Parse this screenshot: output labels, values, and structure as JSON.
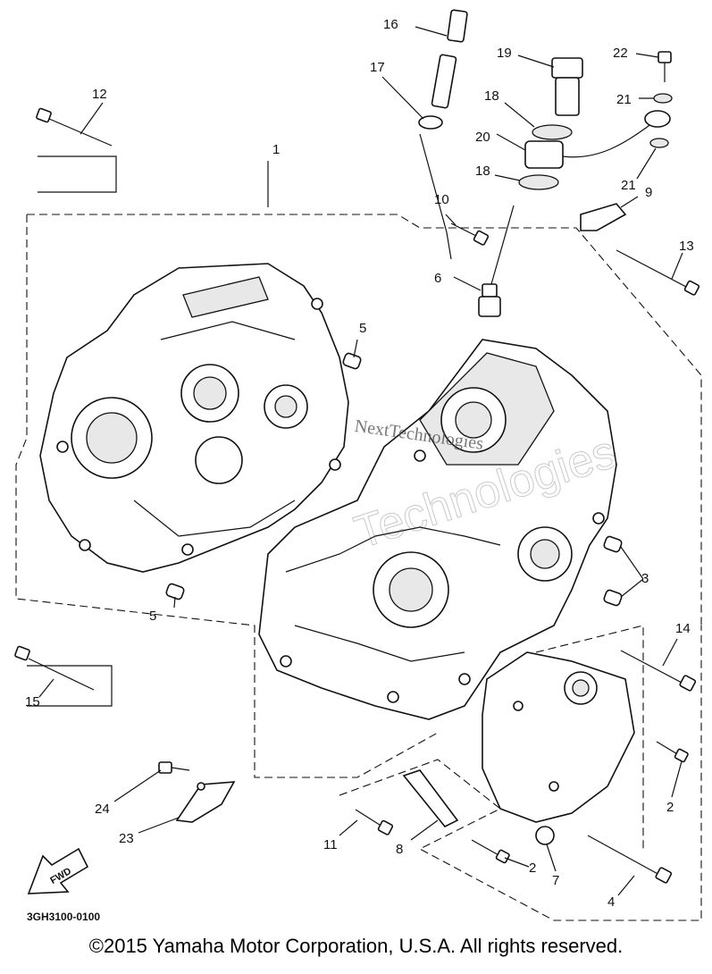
{
  "callouts": [
    {
      "id": "c1",
      "label": "1"
    },
    {
      "id": "c2a",
      "label": "2"
    },
    {
      "id": "c2b",
      "label": "2"
    },
    {
      "id": "c3",
      "label": "3"
    },
    {
      "id": "c4",
      "label": "4"
    },
    {
      "id": "c5a",
      "label": "5"
    },
    {
      "id": "c5b",
      "label": "5"
    },
    {
      "id": "c6",
      "label": "6"
    },
    {
      "id": "c7",
      "label": "7"
    },
    {
      "id": "c8",
      "label": "8"
    },
    {
      "id": "c9",
      "label": "9"
    },
    {
      "id": "c10",
      "label": "10"
    },
    {
      "id": "c11",
      "label": "11"
    },
    {
      "id": "c12",
      "label": "12"
    },
    {
      "id": "c13",
      "label": "13"
    },
    {
      "id": "c14",
      "label": "14"
    },
    {
      "id": "c15",
      "label": "15"
    },
    {
      "id": "c16",
      "label": "16"
    },
    {
      "id": "c17",
      "label": "17"
    },
    {
      "id": "c18a",
      "label": "18"
    },
    {
      "id": "c18b",
      "label": "18"
    },
    {
      "id": "c19",
      "label": "19"
    },
    {
      "id": "c20",
      "label": "20"
    },
    {
      "id": "c21a",
      "label": "21"
    },
    {
      "id": "c21b",
      "label": "21"
    },
    {
      "id": "c22",
      "label": "22"
    },
    {
      "id": "c23",
      "label": "23"
    },
    {
      "id": "c24",
      "label": "24"
    }
  ],
  "fwd_label": "FWD",
  "diagram_code": "3GH3100-0100",
  "watermark_text": "NextTechnologies",
  "watermark_outline": "Technologies",
  "copyright": "©2015 Yamaha Motor Corporation, U.S.A. All rights reserved."
}
